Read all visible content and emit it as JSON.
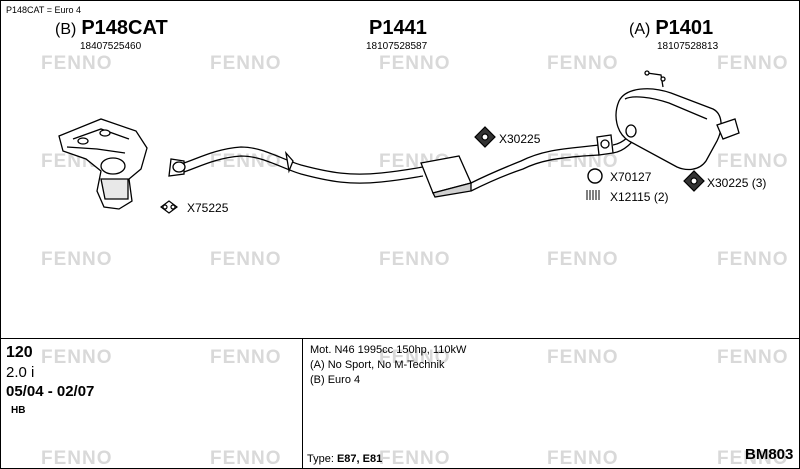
{
  "header_note": "P148CAT = Euro 4",
  "watermark": "FENNO",
  "parts": [
    {
      "prefix": "(B)",
      "code": "P148CAT",
      "number": "18407525460"
    },
    {
      "prefix": "",
      "code": "P1441",
      "number": "18107528587"
    },
    {
      "prefix": "(A)",
      "code": "P1401",
      "number": "18107528813"
    }
  ],
  "callouts": {
    "x75225": "X75225",
    "x30225_mid": "X30225",
    "x70127": "X70127",
    "x12115": "X12115 (2)",
    "x30225_rear": "X30225 (3)"
  },
  "vehicle": {
    "model": "120",
    "engine": "2.0 i",
    "years": "05/04 - 02/07",
    "body": "HB"
  },
  "details": {
    "motor": "Mot. N46 1995cc 150hp, 110kW",
    "note_a": "(A) No Sport, No M-Technik",
    "note_b": "(B) Euro 4",
    "type_label": "Type:",
    "type_value": "E87, E81",
    "code": "BM803"
  }
}
